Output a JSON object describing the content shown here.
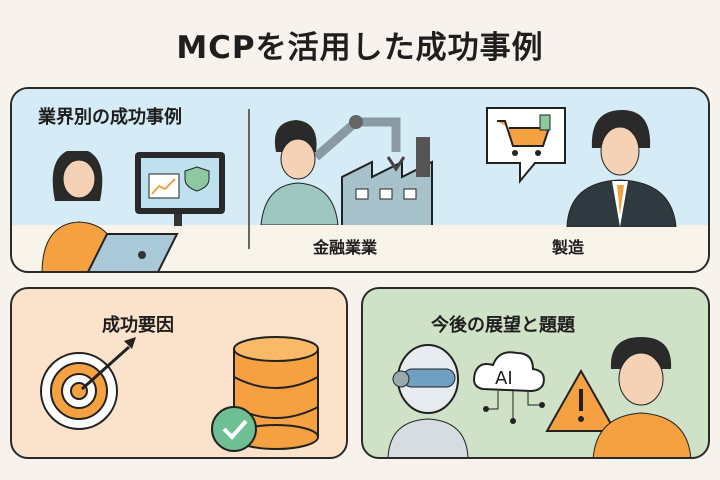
{
  "title": "MCPを活用した成功事例",
  "industry_panel": {
    "heading": "業界別の成功事例",
    "labels": [
      "金融業業",
      "製造"
    ]
  },
  "success_panel": {
    "heading": "成功要因"
  },
  "future_panel": {
    "heading": "今後の展望と題題",
    "ai_label": "AI"
  },
  "colors": {
    "orange": "#f5a142",
    "blue": "#d5ebf5",
    "peach": "#fbe2cb",
    "green": "#cfe2c7"
  }
}
